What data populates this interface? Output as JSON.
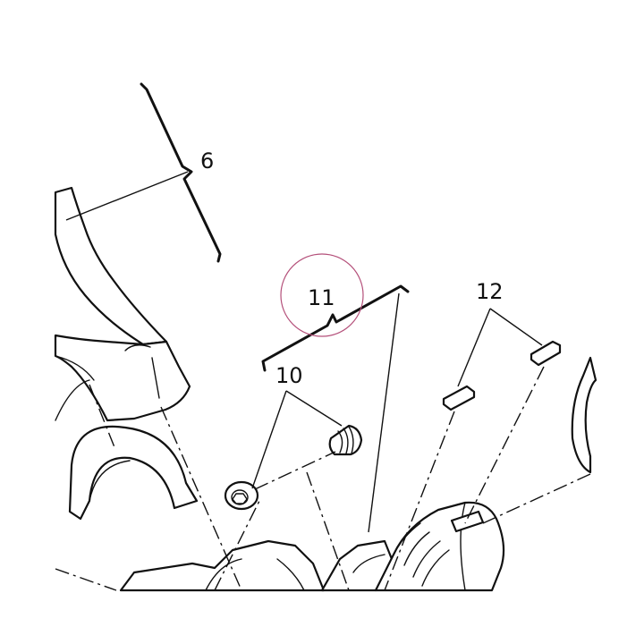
{
  "callouts": {
    "rod_assembly": "6",
    "set_screws": "10",
    "assembly_group": "11",
    "keys": "12"
  },
  "colors": {
    "line": "#111111",
    "background": "#ffffff",
    "highlight_circle": "#b4507a"
  }
}
